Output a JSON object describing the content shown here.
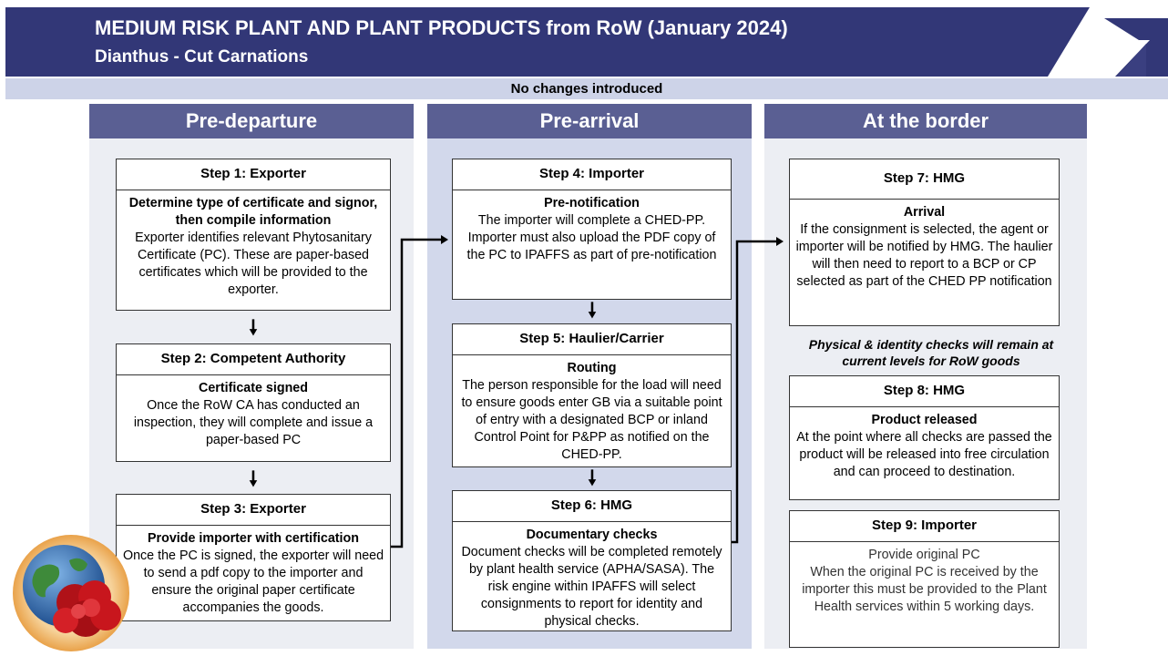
{
  "header": {
    "title": "MEDIUM RISK PLANT AND PLANT PRODUCTS from RoW  (January 2024)",
    "subtitle": "Dianthus  - Cut Carnations",
    "colors": {
      "band": "#323777",
      "accent": "#3a3f80"
    }
  },
  "banner": {
    "text": "No changes introduced"
  },
  "columns": {
    "pre_departure": "Pre-departure",
    "pre_arrival": "Pre-arrival",
    "border": "At the border"
  },
  "steps": {
    "s1": {
      "title": "Step 1: Exporter",
      "subtitle": "Determine type of certificate and signor, then compile information",
      "body": "Exporter identifies relevant Phytosanitary Certificate (PC). These are paper-based certificates which will be provided to the exporter."
    },
    "s2": {
      "title": "Step 2: Competent Authority",
      "subtitle": "Certificate signed",
      "body": "Once the RoW CA has conducted an inspection, they will complete and issue a paper-based PC"
    },
    "s3": {
      "title": "Step 3: Exporter",
      "subtitle": "Provide importer with certification",
      "body": "Once the PC is signed, the exporter will need to send a pdf copy to the importer and ensure the original paper certificate accompanies the goods."
    },
    "s4": {
      "title": "Step 4: Importer",
      "subtitle": "Pre-notification",
      "body": "The importer will complete a CHED-PP. Importer must also upload the PDF copy of the PC to IPAFFS as part of pre-notification"
    },
    "s5": {
      "title": "Step 5: Haulier/Carrier",
      "subtitle": "Routing",
      "body": "The person responsible for the load will need to ensure goods enter GB via a suitable point of entry with a designated BCP or inland Control Point for P&PP as notified on the CHED-PP."
    },
    "s6": {
      "title": "Step 6: HMG",
      "subtitle": "Documentary checks",
      "body": "Document checks will be completed remotely by plant health service (APHA/SASA).  The risk engine within IPAFFS will select consignments to report for identity and physical checks."
    },
    "s7": {
      "title": "Step 7: HMG",
      "subtitle": "Arrival",
      "body": "If the consignment is selected,  the agent or importer will be notified by HMG. The haulier will then need to report to a BCP or CP selected as part of the CHED PP notification"
    },
    "s8": {
      "title": "Step 8: HMG",
      "subtitle": "Product released",
      "body": "At the point where all checks are passed the product will be released into free circulation and can proceed to destination."
    },
    "s9": {
      "title": "Step 9: Importer",
      "subtitle": "Provide original PC",
      "body": "When the original PC is received by the importer this must be provided to the Plant Health services within 5 working days."
    }
  },
  "border_note": "Physical & identity checks will remain at current levels for RoW goods",
  "icons": {
    "arrow": "down-arrow-icon",
    "logo": "arrow-logo-icon",
    "picture": "globe-carnation-icon"
  }
}
